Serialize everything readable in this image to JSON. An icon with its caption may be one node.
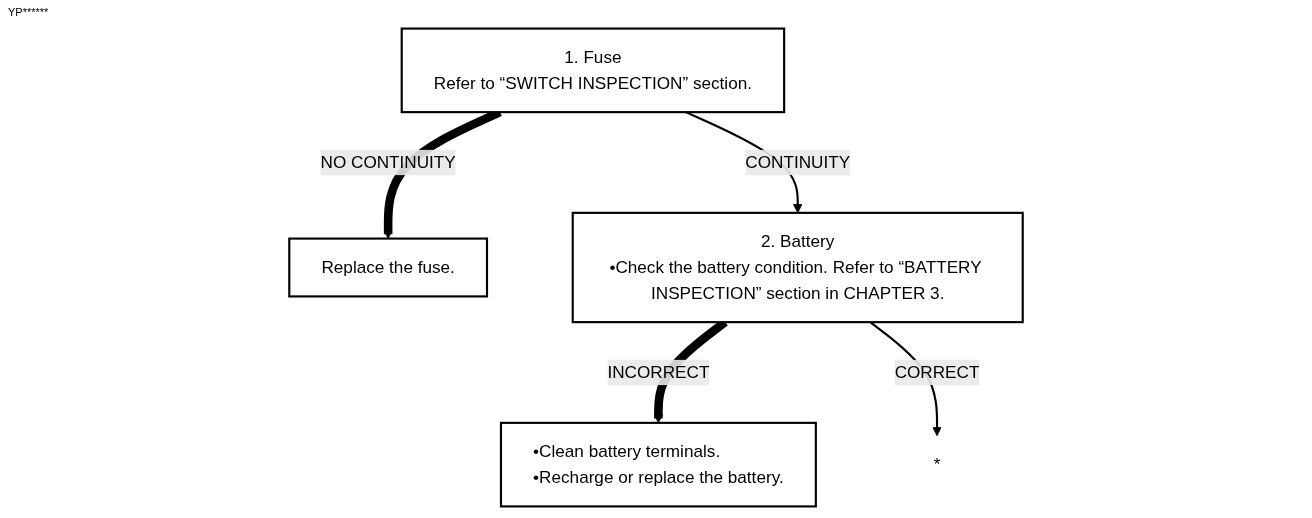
{
  "diagram": {
    "nodes": [
      {
        "text": [
          "1. Fuse",
          "Refer to “SWITCH INSPECTION” section."
        ]
      },
      {
        "text": [
          "Replace the fuse."
        ]
      },
      {
        "text": [
          "2. Battery",
          "•Check the battery condition. Refer to “BATTERY INSPECTION” section in CHAPTER 3."
        ]
      },
      {
        "text": [
          "•Clean battery terminals.",
          "•Recharge or replace the battery."
        ]
      },
      {
        "text": [
          "*"
        ]
      }
    ],
    "edges": [
      {
        "from": 0,
        "to": 1,
        "arrow": "to",
        "label": "NO CONTINUITY",
        "style": "thick"
      },
      {
        "from": 0,
        "to": 2,
        "arrow": "to",
        "label": "CONTINUITY"
      },
      {
        "from": 2,
        "to": 3,
        "arrow": "to",
        "label": "INCORRECT",
        "style": "thick"
      },
      {
        "from": 2,
        "to": 4,
        "arrow": "to",
        "label": "CORRECT"
      }
    ],
    "labels": [
      "YP******"
    ]
  }
}
